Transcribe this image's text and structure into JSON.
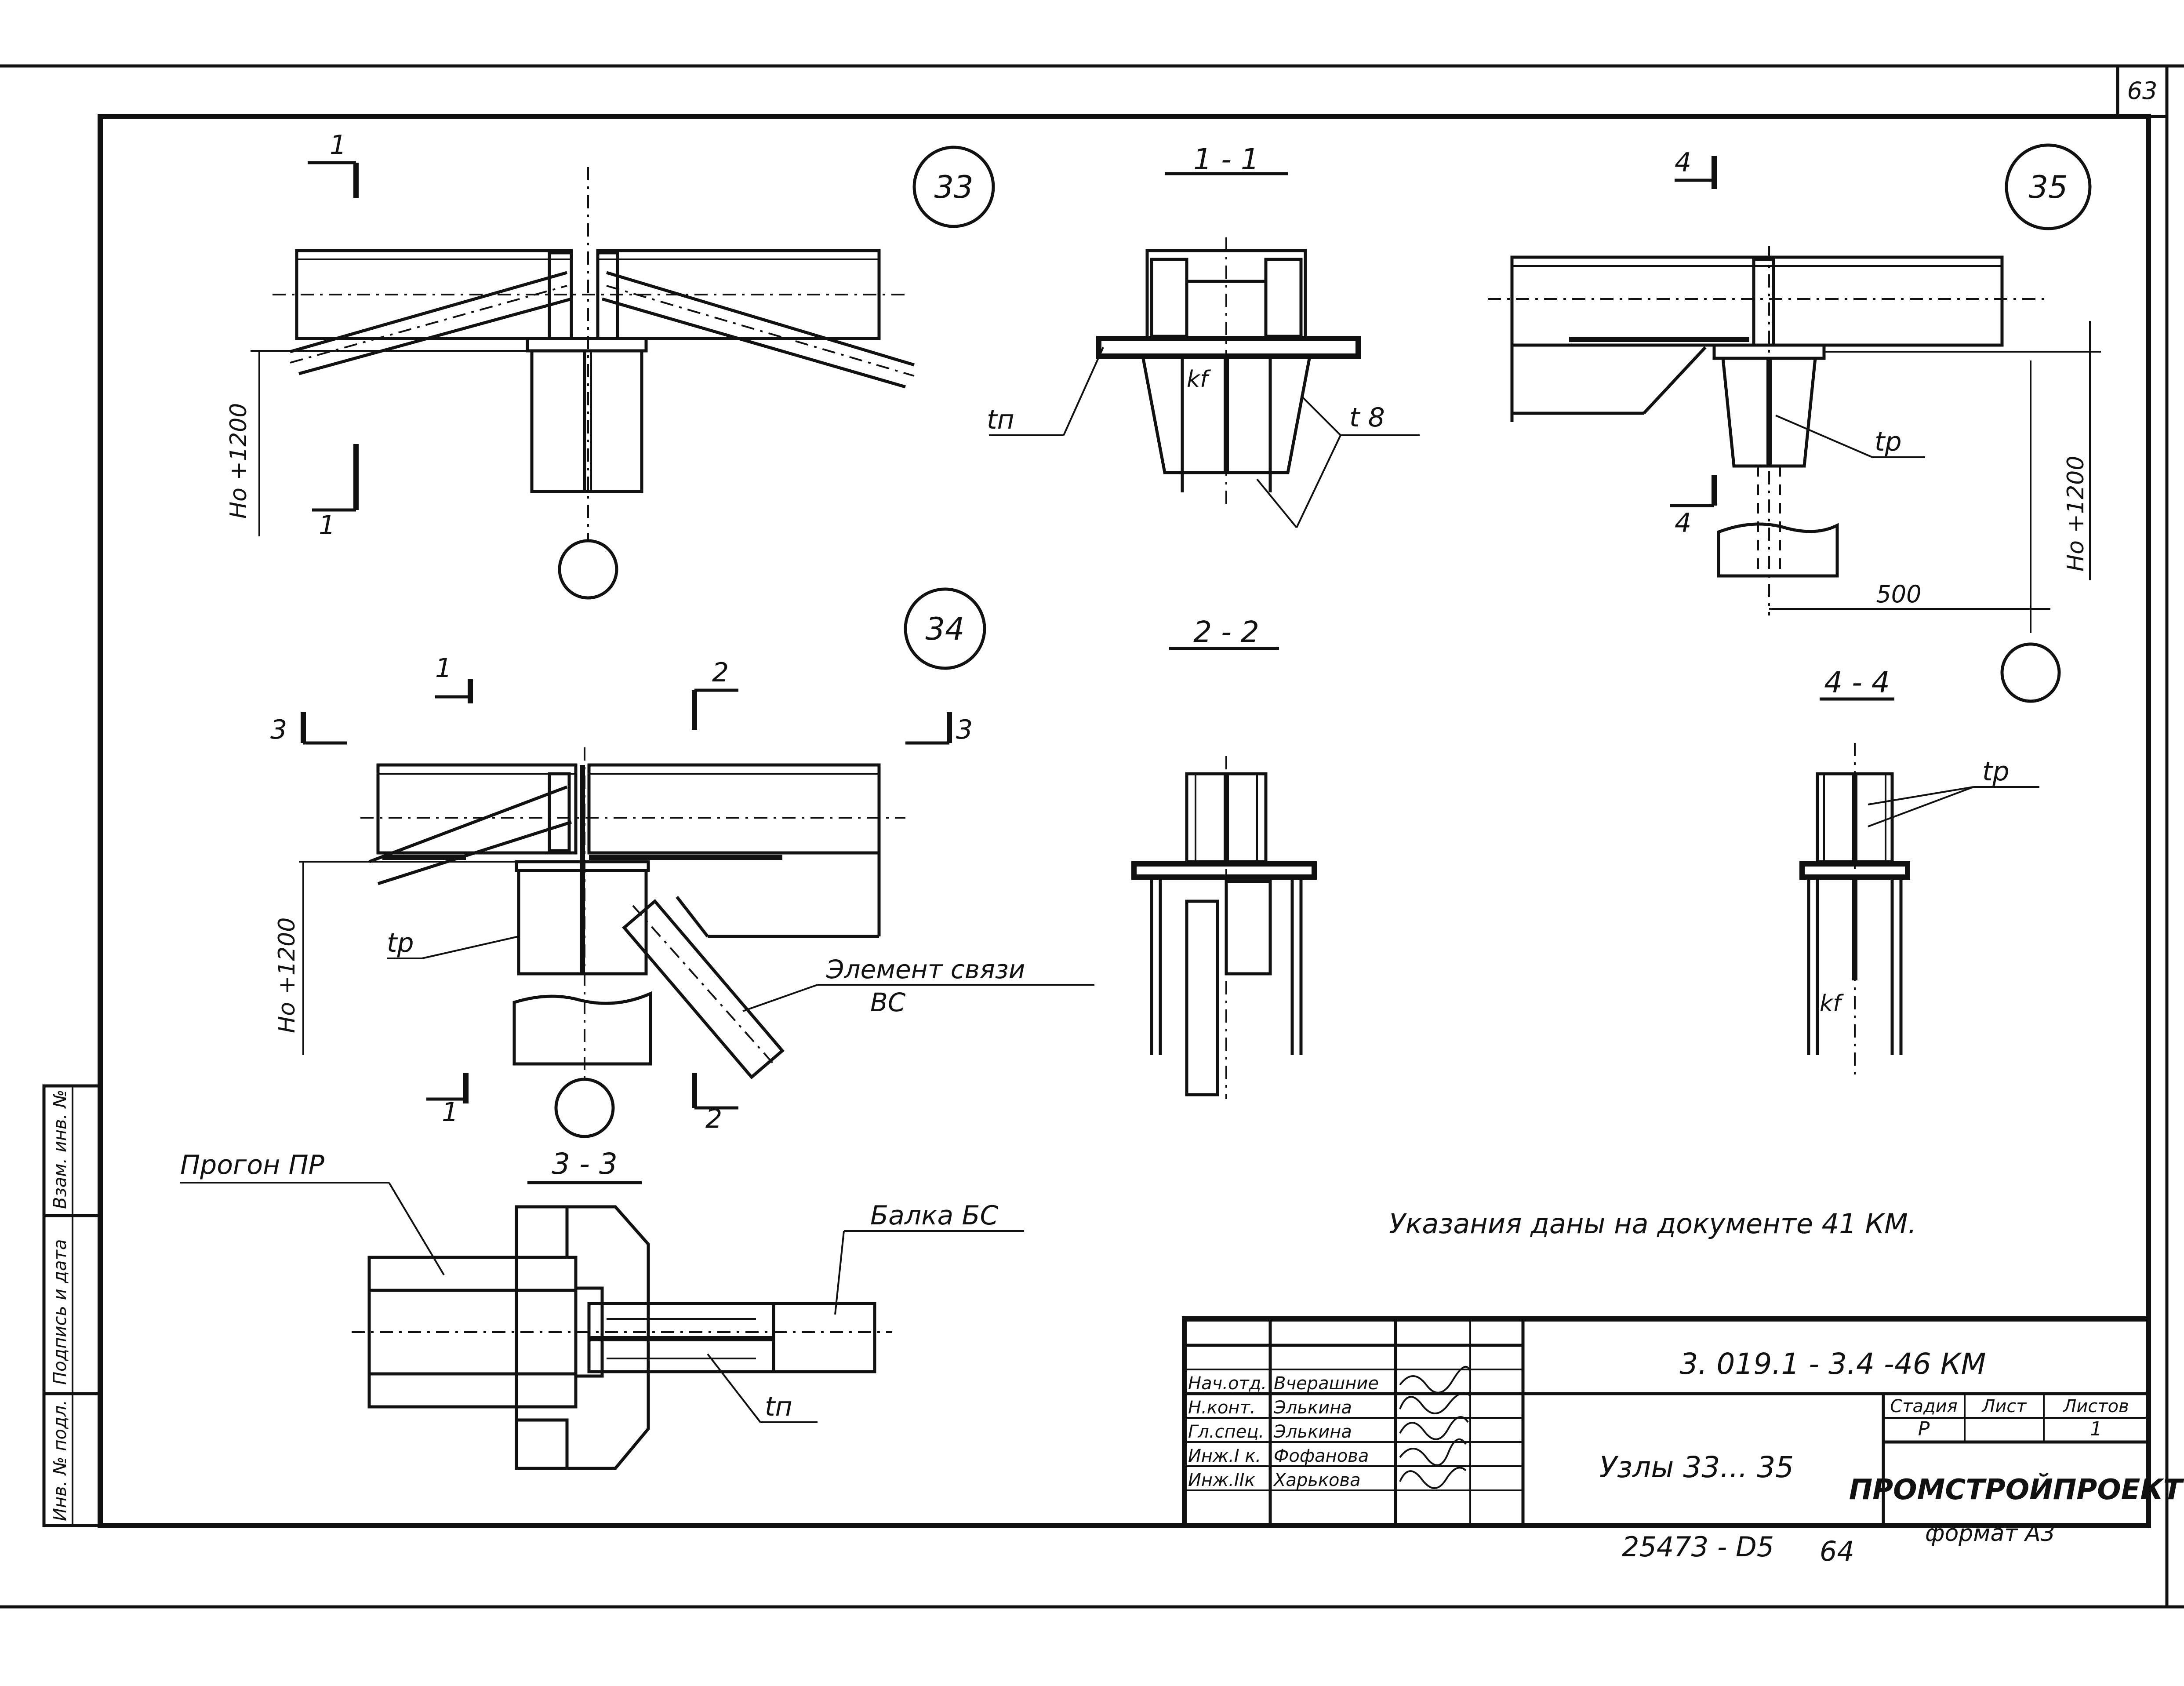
{
  "sheet": {
    "page_number": "63",
    "note": "Указания даны на документе 41 КМ.",
    "bottom_code": "25473 - D5",
    "bottom_num": "64",
    "format": "формат А3"
  },
  "title_block": {
    "doc_code": "3. 019.1 - 3.4 -46 КМ",
    "title": "Узлы 33... 35",
    "company": "ПРОМСТРОЙПРОЕКТ",
    "headers": {
      "stage": "Стадия",
      "sheet": "Лист",
      "sheets": "Листов"
    },
    "values": {
      "stage": "Р",
      "sheet": "",
      "sheets": "1"
    },
    "roles": [
      {
        "role": "Нач.отд.",
        "name": "Вчерашние"
      },
      {
        "role": "Н.конт.",
        "name": "Элькина"
      },
      {
        "role": "Гл.спец.",
        "name": "Элькина"
      },
      {
        "role": "Инж.I к.",
        "name": "Фофанова"
      },
      {
        "role": "Инж.IIк",
        "name": "Харькова"
      }
    ]
  },
  "margin_stamp": {
    "col1": "Инв. № подл.",
    "col2": "Подпись и дата",
    "col3": "Взам. инв. №"
  },
  "nodes": {
    "n33": "33",
    "n34": "34",
    "n35": "35"
  },
  "sections": {
    "s11": "1 - 1",
    "s22": "2 - 2",
    "s33": "3 - 3",
    "s44": "4 - 4"
  },
  "cut_marks": {
    "one": "1",
    "two": "2",
    "three": "3",
    "four": "4"
  },
  "labels": {
    "tn": "tп",
    "t8": "t 8",
    "tp": "tр",
    "kf": "kf",
    "elevation": "Hо +1200",
    "dim500": "500",
    "element_line1": "Элемент связи",
    "element_line2": "ВС",
    "purlin": "Прогон ПР",
    "beam": "Балка БС"
  }
}
